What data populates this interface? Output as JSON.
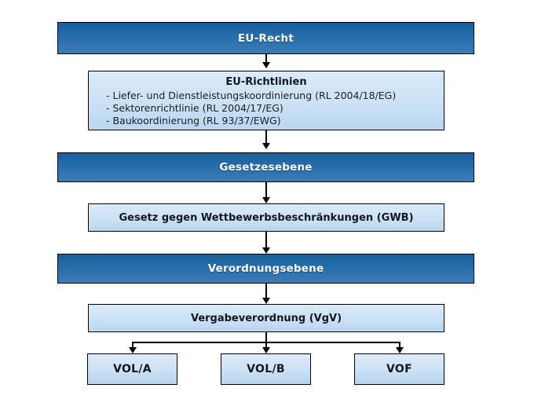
{
  "diagram": {
    "title_hierarchy": "EU-Recht",
    "levels": [
      {
        "id": "eu-recht",
        "label": "EU-Recht"
      },
      {
        "id": "gesetzesebene",
        "label": "Gesetzesebene"
      },
      {
        "id": "verordnungsebene",
        "label": "Verordnungsebene"
      }
    ],
    "eu_richtlinien": {
      "heading": "EU-Richtlinien",
      "items": [
        "-  Liefer-  und Dienstleistungskoordinierung (RL 2004/18/EG)",
        "-  Sektorenrichtlinie (RL 2004/17/EG)",
        "-  Baukoordinierung (RL 93/37/EWG)"
      ]
    },
    "gwb": {
      "label": "Gesetz gegen Wettbewerbsbeschränkungen (GWB)"
    },
    "vgv": {
      "label": "Vergabeverordnung (VgV)"
    },
    "leaves": [
      {
        "id": "vol-a",
        "label": "VOL/A"
      },
      {
        "id": "vol-b",
        "label": "VOL/B"
      },
      {
        "id": "vof",
        "label": "VOF"
      }
    ],
    "colors": {
      "level_bar_top": "#1a5e9c",
      "level_bar_bottom": "#3a7cb8",
      "doc_box_top": "#d9e9f9",
      "doc_box_bottom": "#b9d7f0",
      "border": "#000000",
      "level_text": "#ffffff",
      "doc_text": "#111820",
      "background": "#ffffff"
    }
  }
}
